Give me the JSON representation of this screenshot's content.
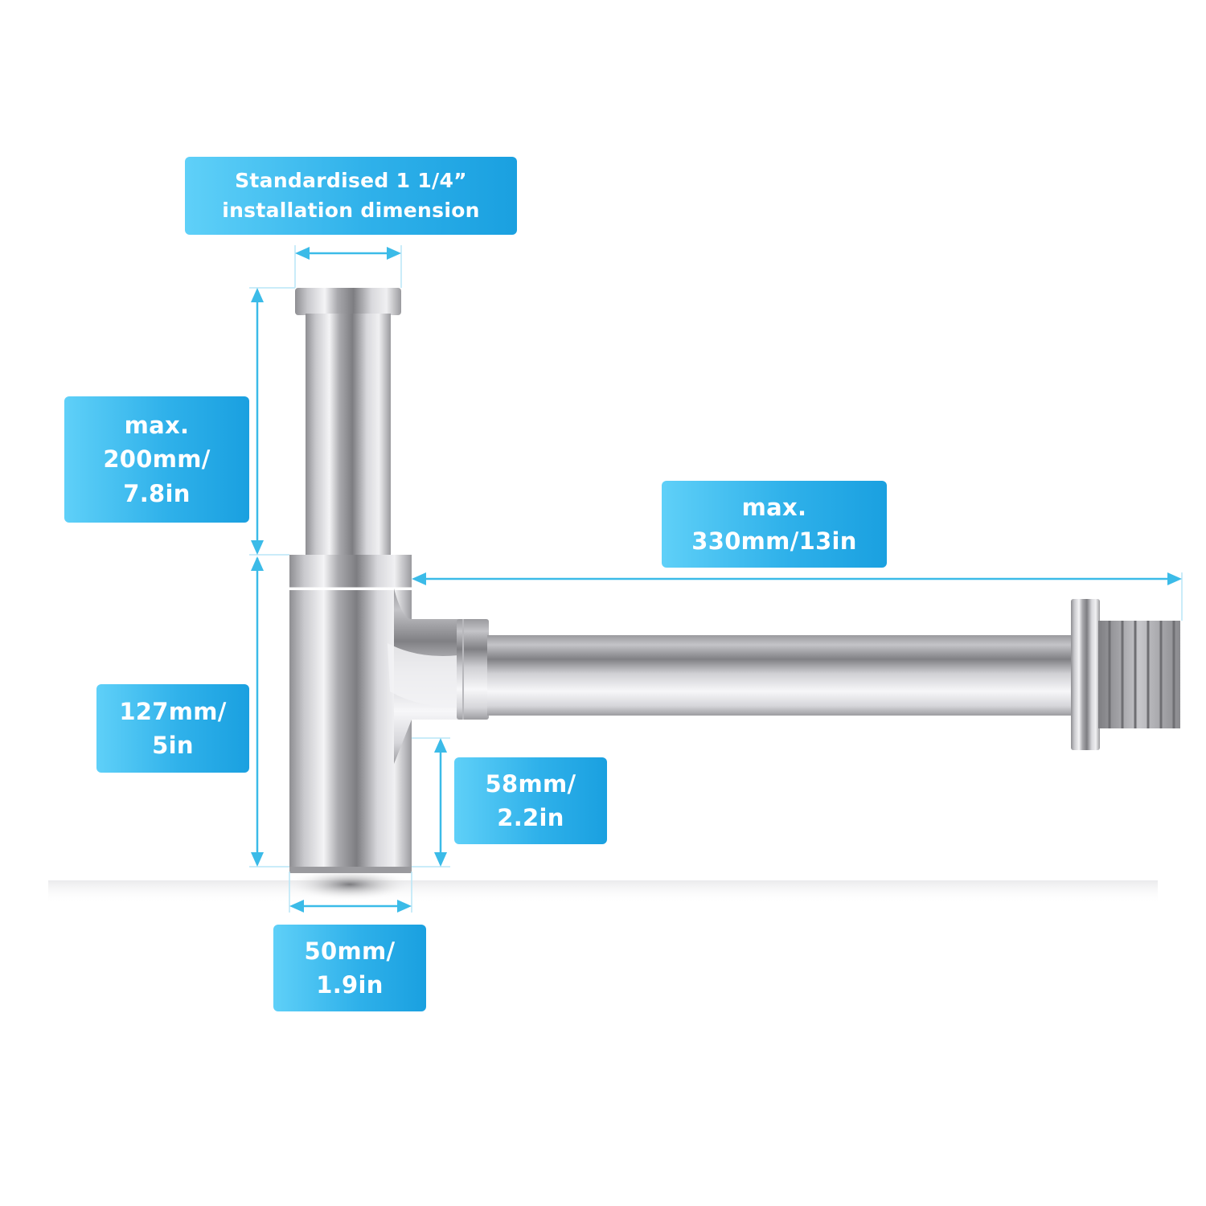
{
  "colors": {
    "accent": "#2fb1ea",
    "dimension_line": "#3bbbe8",
    "chrome_dark": "#8f8f93",
    "chrome_light": "#f2f2f4"
  },
  "labels": {
    "installation": {
      "line1": "Standardised 1 1/4”",
      "line2": "installation dimension"
    },
    "height_max": {
      "line1": "max.",
      "line2": "200mm/",
      "line3": "7.8in"
    },
    "length_max": {
      "line1": "max.",
      "line2": "330mm/13in"
    },
    "body_height": {
      "line1": "127mm/",
      "line2": "5in"
    },
    "outlet_height": {
      "line1": "58mm/",
      "line2": "2.2in"
    },
    "diameter": {
      "line1": "50mm/",
      "line2": "1.9in"
    }
  },
  "icons": [
    "bottle-trap-siphon",
    "dimension-arrow"
  ]
}
